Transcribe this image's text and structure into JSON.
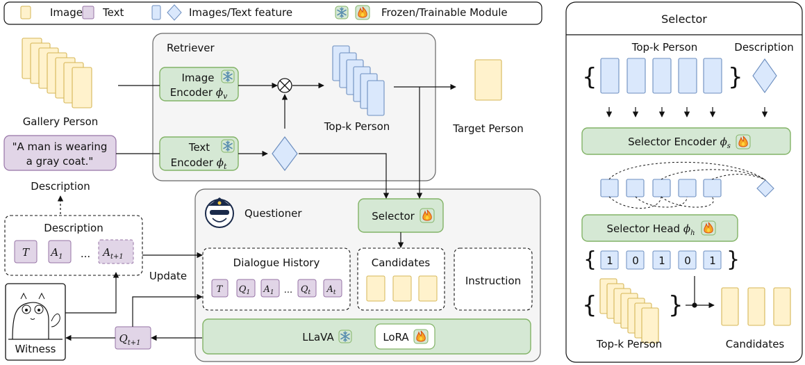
{
  "legend": {
    "image": "Image",
    "text": "Text",
    "feature": "Images/Text feature",
    "module": "Frozen/Trainable Module"
  },
  "left": {
    "gallery_label": "Gallery Person",
    "quote_line1": "\"A man is wearing",
    "quote_line2": "a gray coat.\"",
    "description_label": "Description",
    "desc_box_title": "Description",
    "token_t": "T",
    "token_a1": "A",
    "token_a1_sub": "1",
    "ellipsis": "...",
    "token_at1": "A",
    "token_at1_sub": "t+1",
    "witness_label": "Witness",
    "update_label": "Update",
    "question_token": "Q",
    "question_sub": "t+1"
  },
  "retriever": {
    "title": "Retriever",
    "image_encoder_line1": "Image",
    "image_encoder_line2": "Encoder",
    "image_phi_sub": "v",
    "text_encoder_line1": "Text",
    "text_encoder_line2": "Encoder",
    "text_phi_sub": "t",
    "phi": "ϕ",
    "topk_label": "Top-k Person",
    "target_label": "Target Person"
  },
  "questioner": {
    "title": "Questioner",
    "selector_label": "Selector",
    "dialogue_title": "Dialogue History",
    "dlg_t": "T",
    "dlg_q1": "Q",
    "dlg_q1_sub": "1",
    "dlg_a1": "A",
    "dlg_a1_sub": "1",
    "dlg_ellipsis": "...",
    "dlg_qt": "Q",
    "dlg_qt_sub": "t",
    "dlg_at": "A",
    "dlg_at_sub": "t",
    "candidates_title": "Candidates",
    "instruction_title": "Instruction",
    "llava_label": "LLaVA",
    "lora_label": "LoRA"
  },
  "selector_panel": {
    "title": "Selector",
    "topk_label": "Top-k Person",
    "description_label": "Description",
    "encoder_label": "Selector Encoder",
    "encoder_sub": "s",
    "head_label": "Selector Head",
    "head_sub": "h",
    "phi": "ϕ",
    "mask": [
      "1",
      "0",
      "1",
      "0",
      "1"
    ],
    "topk_bottom_label": "Top-k Person",
    "candidates_label": "Candidates"
  },
  "icons": [
    "snowflake-icon",
    "flame-icon",
    "cross-product-icon",
    "police-llama-icon",
    "witness-sketch-icon"
  ],
  "colors": {
    "image_fill": "#fff2cc",
    "image_stroke": "#d6b656",
    "text_fill": "#e1d5e7",
    "text_stroke": "#9673a6",
    "feature_fill": "#dae8fc",
    "feature_stroke": "#6c8ebf",
    "module_fill": "#d5e8d4",
    "module_stroke": "#82b366",
    "panel_fill": "#f5f5f5",
    "panel_stroke": "#666666"
  }
}
